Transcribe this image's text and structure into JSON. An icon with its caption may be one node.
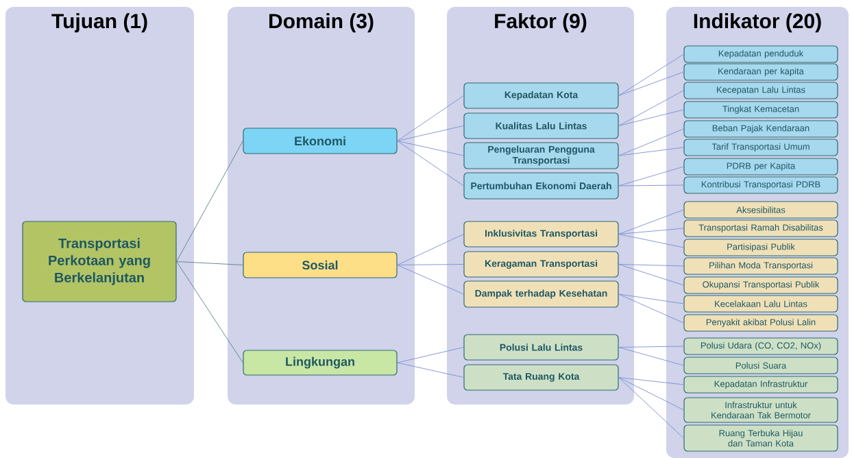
{
  "diagram": {
    "nodes": [
      {
        "text": [
          "Tujuan (1)"
        ]
      },
      {
        "text": [
          "Domain (3)"
        ]
      },
      {
        "text": [
          "Faktor (9)"
        ]
      },
      {
        "text": [
          "Indikator (20)"
        ]
      },
      {
        "text": [
          "Transportasi Perkotaan yang Berkelanjutan"
        ],
        "in": 0
      },
      {
        "text": [
          "Ekonomi"
        ],
        "in": 1
      },
      {
        "text": [
          "Sosial"
        ],
        "in": 1
      },
      {
        "text": [
          "Lingkungan"
        ],
        "in": 1
      },
      {
        "text": [
          "Kepadatan Kota"
        ],
        "in": 2
      },
      {
        "text": [
          "Kualitas Lalu Lintas"
        ],
        "in": 2
      },
      {
        "text": [
          "Pengeluaran Pengguna Transportasi"
        ],
        "in": 2
      },
      {
        "text": [
          "Pertumbuhan Ekonomi Daerah"
        ],
        "in": 2
      },
      {
        "text": [
          "Inklusivitas Transportasi"
        ],
        "in": 2
      },
      {
        "text": [
          "Keragaman Transportasi"
        ],
        "in": 2
      },
      {
        "text": [
          "Dampak terhadap Kesehatan"
        ],
        "in": 2
      },
      {
        "text": [
          "Polusi Lalu Lintas"
        ],
        "in": 2
      },
      {
        "text": [
          "Tata Ruang Kota"
        ],
        "in": 2
      },
      {
        "text": [
          "Kepadatan penduduk"
        ],
        "in": 3
      },
      {
        "text": [
          "Kendaraan per kapita"
        ],
        "in": 3
      },
      {
        "text": [
          "Kecepatan Lalu Lintas"
        ],
        "in": 3
      },
      {
        "text": [
          "Tingkat Kemacetan"
        ],
        "in": 3
      },
      {
        "text": [
          "Beban Pajak Kendaraan"
        ],
        "in": 3
      },
      {
        "text": [
          "Tarif Transportasi Umum"
        ],
        "in": 3
      },
      {
        "text": [
          "PDRB per Kapita"
        ],
        "in": 3
      },
      {
        "text": [
          "Kontribusi Transportasi PDRB"
        ],
        "in": 3
      },
      {
        "text": [
          "Aksesibilitas"
        ],
        "in": 3
      },
      {
        "text": [
          "Transportasi Ramah Disabilitas"
        ],
        "in": 3
      },
      {
        "text": [
          "Partisipasi Publik"
        ],
        "in": 3
      },
      {
        "text": [
          "Pilihan Moda Transportasi"
        ],
        "in": 3
      },
      {
        "text": [
          "Okupansi Transportasi Publik"
        ],
        "in": 3
      },
      {
        "text": [
          "Kecelakaan Lalu Lintas"
        ],
        "in": 3
      },
      {
        "text": [
          "Penyakit akibat Polusi Lalin"
        ],
        "in": 3
      },
      {
        "text": [
          "Polusi Udara (CO, CO2, NOx)"
        ],
        "in": 3
      },
      {
        "text": [
          "Polusi Suara"
        ],
        "in": 3
      },
      {
        "text": [
          "Kepadatan Infrastruktur"
        ],
        "in": 3
      },
      {
        "text": [
          "Infrastruktur untuk Kendaraan Tak Bermotor"
        ],
        "in": 3
      },
      {
        "text": [
          "Ruang Terbuka Hijau dan Taman Kota"
        ],
        "in": 3
      }
    ],
    "edges": [
      {
        "from": 4,
        "to": 5,
        "arrow": "none",
        "color": "#5b7f86"
      },
      {
        "from": 4,
        "to": 6,
        "arrow": "none",
        "color": "#5b7f86"
      },
      {
        "from": 4,
        "to": 7,
        "arrow": "none",
        "color": "#5b7f86"
      },
      {
        "from": 5,
        "to": 8,
        "arrow": "none"
      },
      {
        "from": 5,
        "to": 9,
        "arrow": "none"
      },
      {
        "from": 5,
        "to": 10,
        "arrow": "none"
      },
      {
        "from": 5,
        "to": 11,
        "arrow": "none"
      },
      {
        "from": 6,
        "to": 12,
        "arrow": "none"
      },
      {
        "from": 6,
        "to": 13,
        "arrow": "none"
      },
      {
        "from": 6,
        "to": 14,
        "arrow": "none"
      },
      {
        "from": 7,
        "to": 15,
        "arrow": "none"
      },
      {
        "from": 7,
        "to": 16,
        "arrow": "none"
      },
      {
        "from": 8,
        "to": 17,
        "arrow": "none"
      },
      {
        "from": 8,
        "to": 18,
        "arrow": "none"
      },
      {
        "from": 9,
        "to": 19,
        "arrow": "none"
      },
      {
        "from": 9,
        "to": 20,
        "arrow": "none"
      },
      {
        "from": 10,
        "to": 21,
        "arrow": "none"
      },
      {
        "from": 10,
        "to": 22,
        "arrow": "none"
      },
      {
        "from": 11,
        "to": 23,
        "arrow": "none"
      },
      {
        "from": 11,
        "to": 24,
        "arrow": "none"
      },
      {
        "from": 12,
        "to": 25,
        "arrow": "none"
      },
      {
        "from": 12,
        "to": 26,
        "arrow": "none"
      },
      {
        "from": 12,
        "to": 27,
        "arrow": "none"
      },
      {
        "from": 13,
        "to": 28,
        "arrow": "none"
      },
      {
        "from": 13,
        "to": 29,
        "arrow": "none"
      },
      {
        "from": 14,
        "to": 30,
        "arrow": "none"
      },
      {
        "from": 14,
        "to": 31,
        "arrow": "none"
      },
      {
        "from": 15,
        "to": 32,
        "arrow": "none"
      },
      {
        "from": 15,
        "to": 33,
        "arrow": "none"
      },
      {
        "from": 16,
        "to": 34,
        "arrow": "none"
      },
      {
        "from": 16,
        "to": 35,
        "arrow": "none"
      },
      {
        "from": 16,
        "to": 36,
        "arrow": "none"
      }
    ]
  }
}
